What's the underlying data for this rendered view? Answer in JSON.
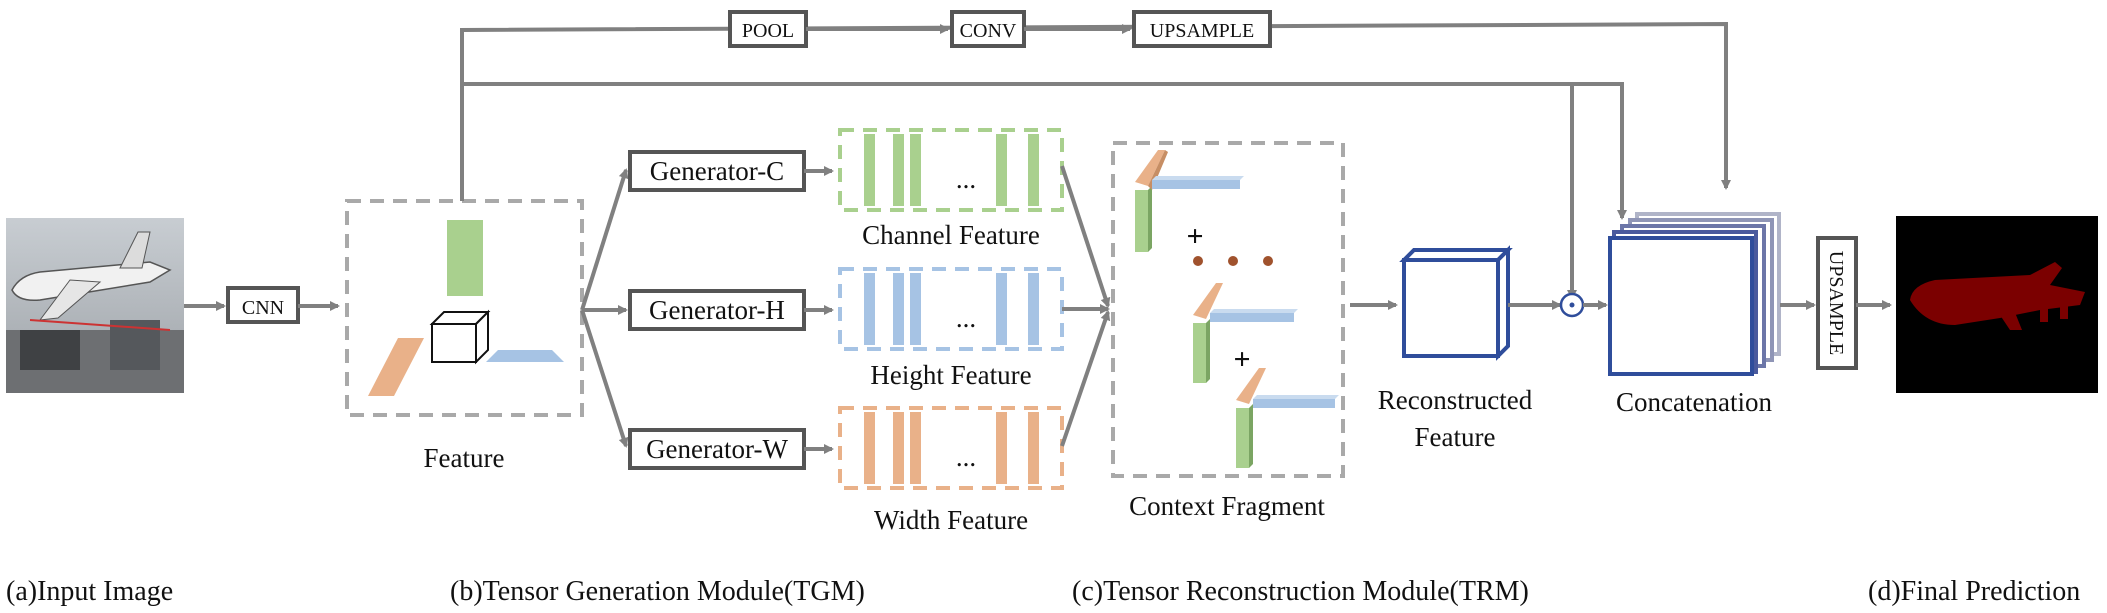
{
  "top_path": {
    "pool": "POOL",
    "conv": "CONV",
    "upsample": "UPSAMPLE"
  },
  "cnn": "CNN",
  "feature": "Feature",
  "generators": {
    "c": "Generator-C",
    "h": "Generator-H",
    "w": "Generator-W"
  },
  "features": {
    "channel": "Channel Feature",
    "height": "Height Feature",
    "width": "Width Feature"
  },
  "ellipsis": "...",
  "context_fragment": "Context Fragment",
  "plus": "+",
  "reconstructed": {
    "line1": "Reconstructed",
    "line2": "Feature"
  },
  "concatenation": "Concatenation",
  "upsample_vertical": "UPSAMPLE",
  "sections": {
    "a": "(a)Input Image",
    "b": "(b)Tensor Generation Module(TGM)",
    "c": "(c)Tensor Reconstruction Module(TRM)",
    "d": "(d)Final Prediction"
  },
  "colors": {
    "green": "#a9d08e",
    "blue": "#a6c3e4",
    "orange": "#e9b189",
    "cube_blue": "#2f4d9b",
    "prediction_red": "#7b0000"
  },
  "icons": {
    "multiply": "circle-dot-icon"
  }
}
